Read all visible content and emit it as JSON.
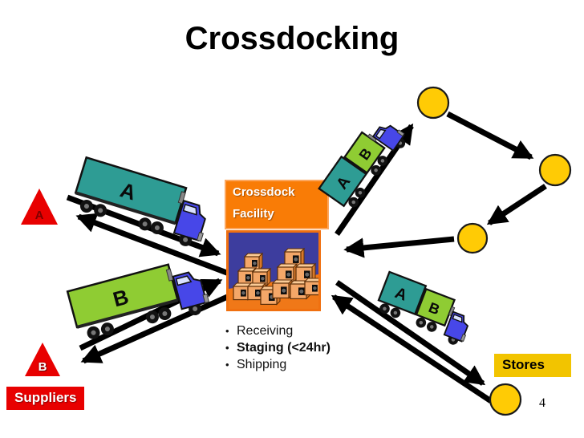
{
  "title": "Crossdocking",
  "page_number": "4",
  "facility_label": {
    "line1": "Crossdock",
    "line2": "Facility"
  },
  "process_bullets": [
    "Receiving",
    "Staging (<24hr)",
    "Shipping"
  ],
  "suppliers": {
    "label": "Suppliers",
    "nodes": [
      {
        "label": "A"
      },
      {
        "label": "B"
      }
    ]
  },
  "stores": {
    "label": "Stores"
  },
  "trucks": {
    "left_a": {
      "trailer_label": "A"
    },
    "left_b": {
      "trailer_label": "B"
    },
    "top_right": {
      "trailer_labels": [
        "A",
        "B"
      ]
    },
    "bottom_right": {
      "trailer_labels": [
        "A",
        "B"
      ]
    }
  },
  "colors": {
    "accent_orange": "#F97C06",
    "supplier_red": "#E80000",
    "store_gold": "#F2C400",
    "node_yellow": "#FFCB05",
    "trailer_teal": "#2E9C94",
    "trailer_green": "#8FCC33",
    "cab_blue": "#4747E8"
  }
}
